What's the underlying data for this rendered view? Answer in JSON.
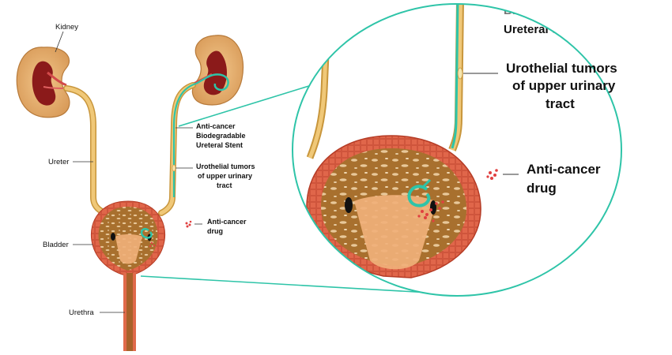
{
  "labels": {
    "kidney": "Kidney",
    "ureter": "Ureter",
    "bladder": "Bladder",
    "urethra": "Urethra",
    "stent_line1": "Anti-cancer",
    "stent_line2": "Biodegradable",
    "stent_line3": "Ureteral Stent",
    "tumor_line1": "Urothelial tumors",
    "tumor_line2": "of upper urinary",
    "tumor_line3": "tract",
    "drug_line1": "Anti-cancer",
    "drug_line2": "drug"
  },
  "zoom_labels": {
    "stent_partial_top": "Biode",
    "stent_partial": "Ureteral Stent",
    "tumor_line1": "Urothelial tumors",
    "tumor_line2": "of upper urinary",
    "tumor_line3": "tract",
    "drug_line1": "Anti-cancer",
    "drug_line2": "drug"
  },
  "colors": {
    "accent_teal": "#2ec4a8",
    "ureter_yellow": "#e6b75a",
    "kidney_outer": "#e0a86a",
    "kidney_inner": "#8b1a1a",
    "bladder_wall": "#e06a50",
    "bladder_inner": "#b8783a",
    "drug_red": "#e04040"
  }
}
